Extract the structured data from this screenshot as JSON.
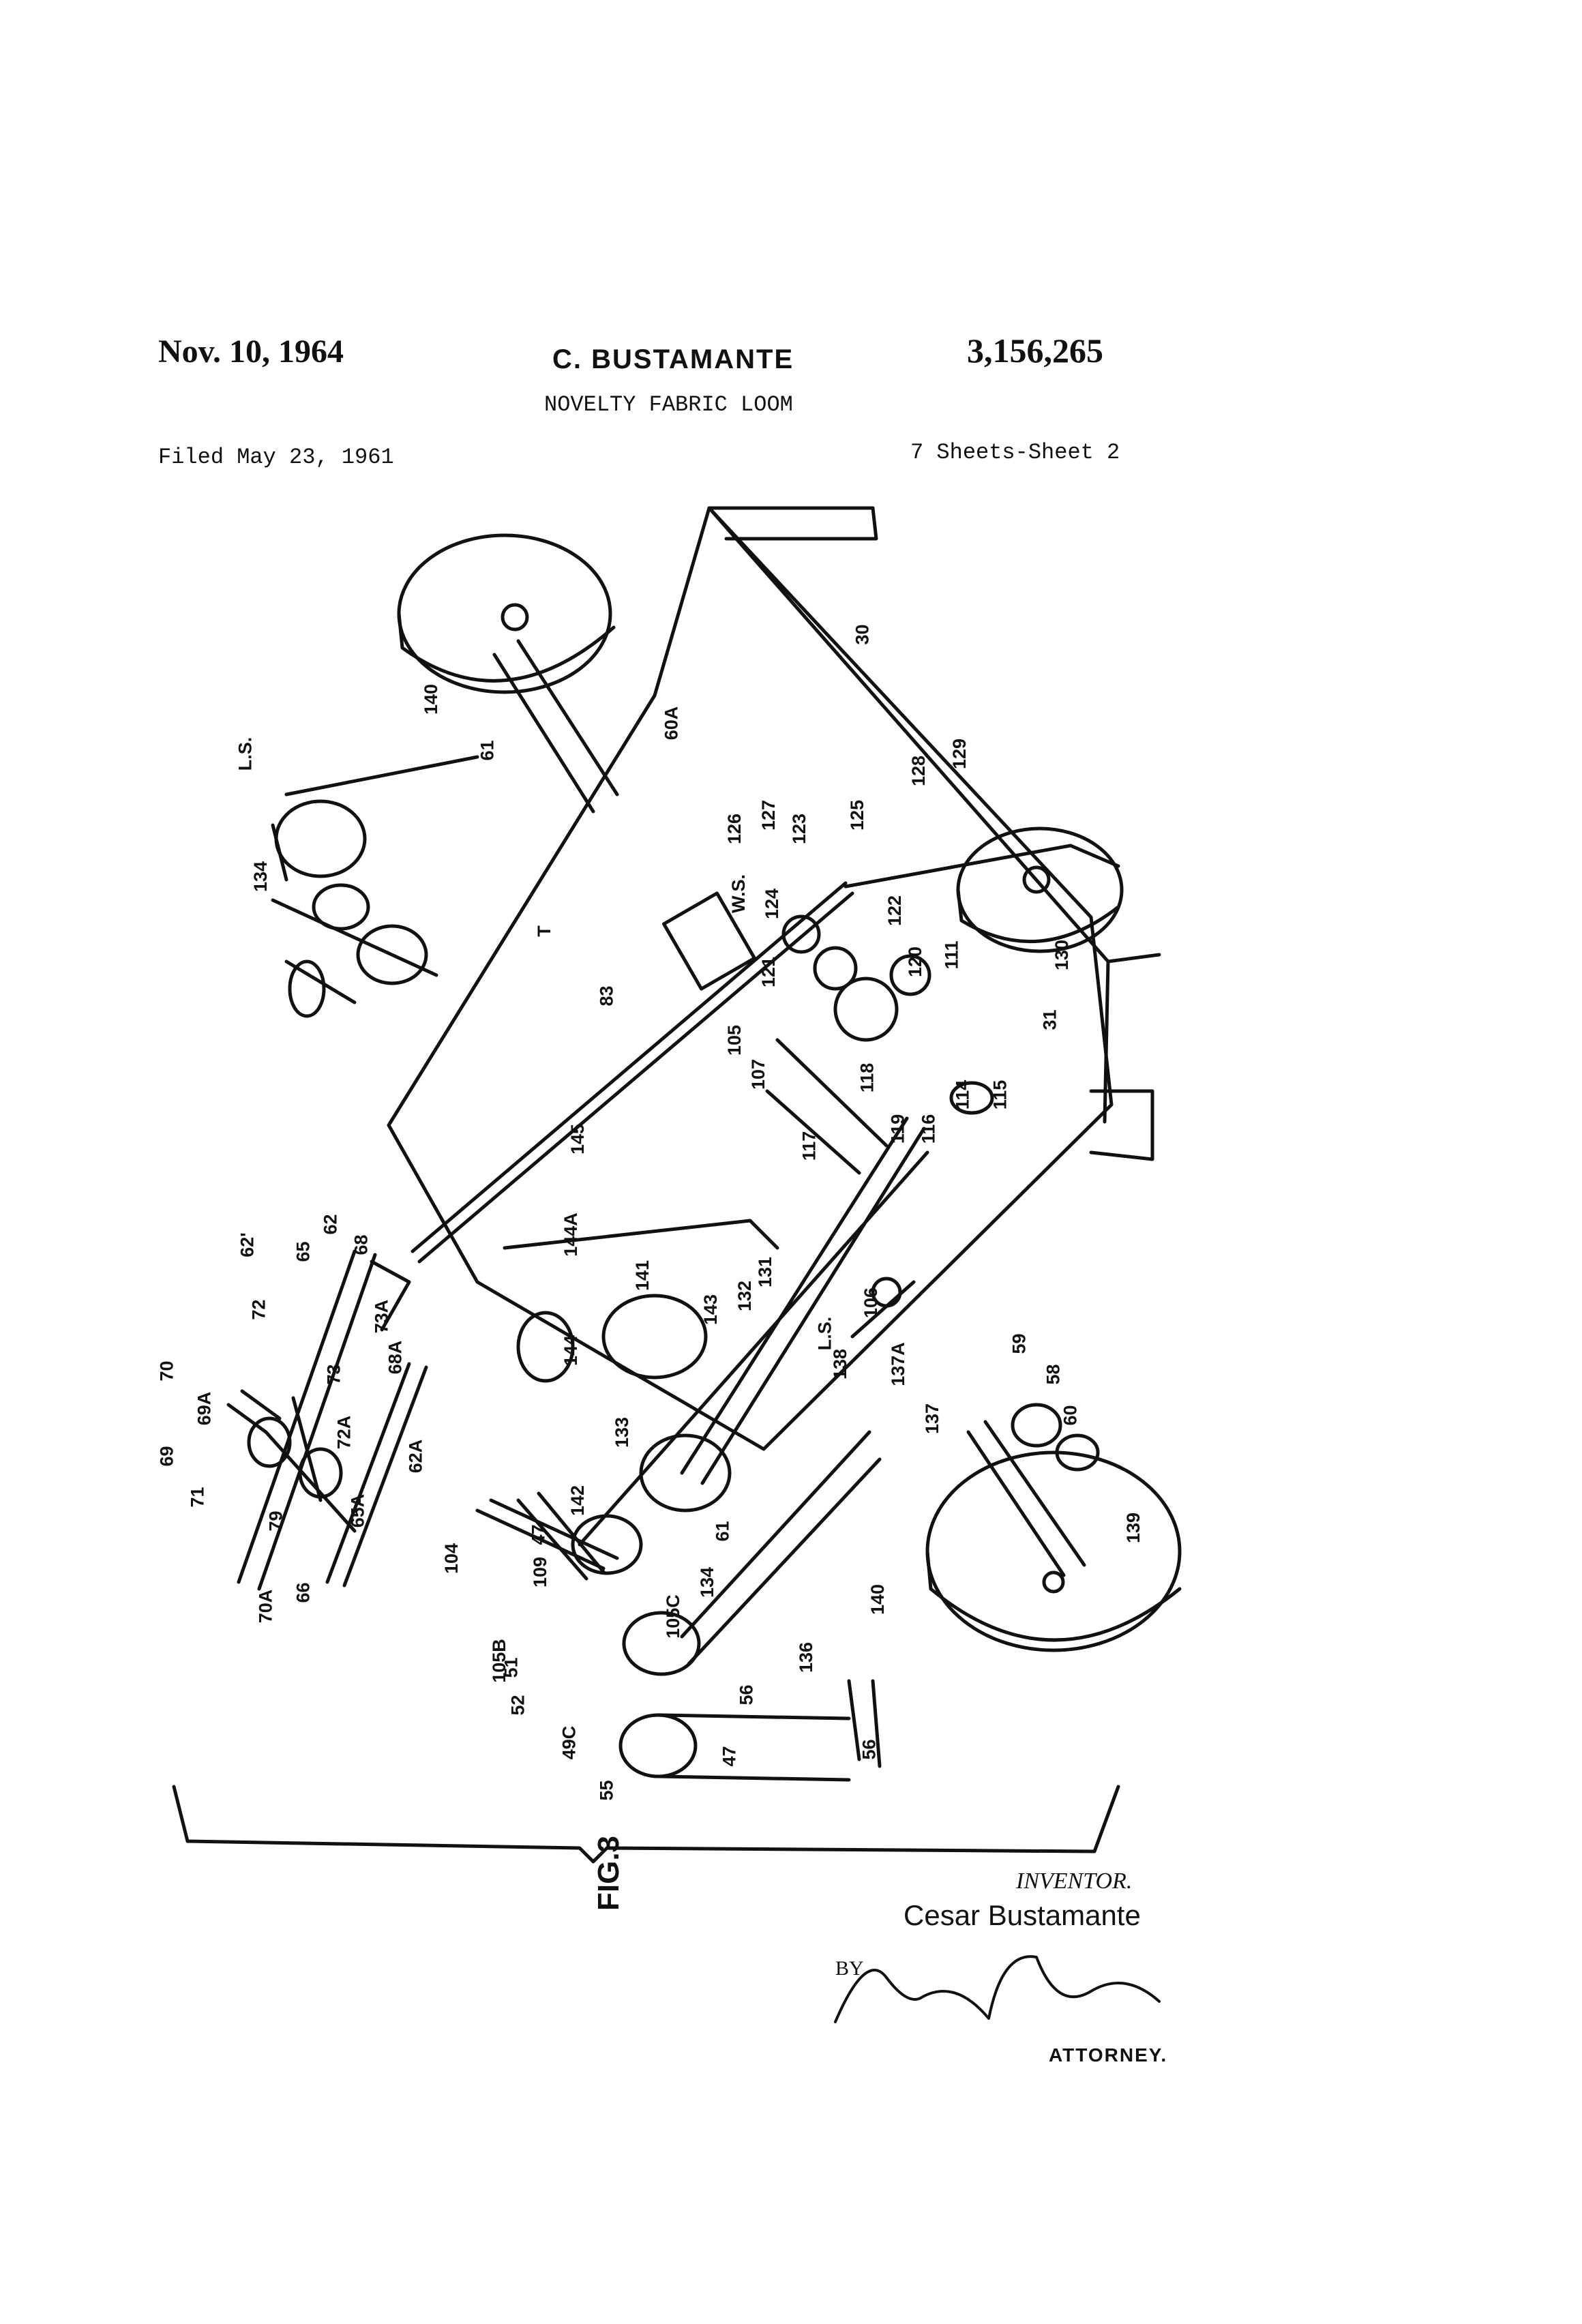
{
  "header": {
    "date": "Nov. 10, 1964",
    "inventor": "C. BUSTAMANTE",
    "patent_number": "3,156,265",
    "title": "NOVELTY FABRIC LOOM",
    "filed": "Filed May 23, 1961",
    "sheets": "7 Sheets-Sheet 2"
  },
  "figure": {
    "label": "FIG.3",
    "reference_numerals": [
      "L.S.",
      "140",
      "61",
      "60A",
      "30",
      "129",
      "128",
      "127",
      "126",
      "125",
      "123",
      "W.S.",
      "124",
      "122",
      "121",
      "120",
      "111",
      "130",
      "83",
      "134",
      "T",
      "105",
      "107",
      "31",
      "114",
      "115",
      "116",
      "118",
      "119",
      "117",
      "145",
      "144A",
      "62'",
      "65",
      "62",
      "68",
      "72",
      "73A",
      "70",
      "69A",
      "69",
      "71",
      "73",
      "72A",
      "68A",
      "79",
      "62A",
      "65A",
      "70A",
      "66",
      "141",
      "132",
      "131",
      "143",
      "144",
      "L.S.",
      "138",
      "106",
      "137A",
      "59",
      "58",
      "60",
      "137",
      "133",
      "142",
      "104",
      "109",
      "47",
      "105B",
      "51",
      "61",
      "134",
      "105C",
      "140",
      "139",
      "52",
      "49C",
      "56",
      "136",
      "55",
      "47",
      "56"
    ]
  },
  "signature": {
    "inventor_label": "INVENTOR.",
    "inventor_name": "Cesar Bustamante",
    "by": "BY",
    "attorney_label": "ATTORNEY."
  }
}
